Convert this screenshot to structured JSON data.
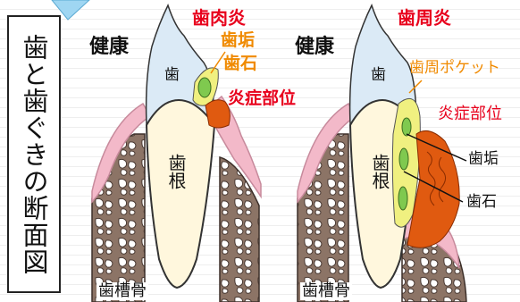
{
  "title": "歯と歯ぐきの断面図",
  "colors": {
    "red_label": "#e8001c",
    "orange_label": "#f08a00",
    "gum_pink": "#f3b9c9",
    "bone_brown": "#8c7466",
    "tooth_blue": "#dbeaf6",
    "root_cream": "#fff7dd",
    "inflammation": "#e05a10",
    "plaque_yellow": "#f0f080",
    "calculus_green": "#7fc94f",
    "arrow_blue": "#9fd6f2"
  },
  "left": {
    "status": "健康",
    "disease": "歯肉炎",
    "crown": "歯",
    "root": "歯根",
    "plaque": "歯垢",
    "calculus": "歯石",
    "inflamed_area": "炎症部位",
    "bone": "歯槽骨"
  },
  "right": {
    "status": "健康",
    "disease": "歯周炎",
    "crown": "歯",
    "root": "歯根",
    "pocket": "歯周ポケット",
    "inflamed_area": "炎症部位",
    "plaque": "歯垢",
    "calculus": "歯石",
    "bone": "歯槽骨"
  }
}
